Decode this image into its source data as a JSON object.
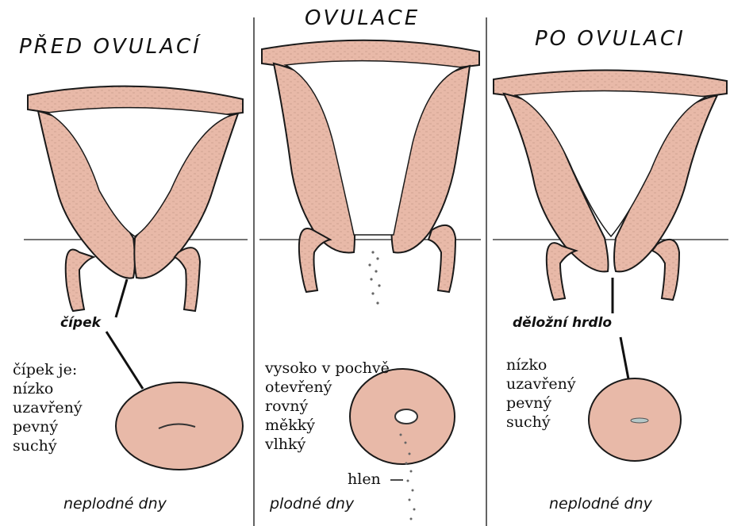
{
  "colors": {
    "tissue": "#E8B9A8",
    "outline": "#1a1a1a",
    "background": "#FFFFFF"
  },
  "panels": [
    {
      "title": "PŘED OVULACÍ",
      "pointer_label": "čípek",
      "description": [
        "čípek je:",
        "nízko",
        "uzavřený",
        "pevný",
        "suchý"
      ],
      "footer": "neplodné dny"
    },
    {
      "title": "OVULACE",
      "description": [
        "vysoko v pochvě",
        "otevřený",
        "rovný",
        "měkký",
        "vlhký"
      ],
      "mucus_label": "hlen",
      "footer": "plodné dny"
    },
    {
      "title": "PO OVULACI",
      "pointer_label": "děložní hrdlo",
      "description": [
        "nízko",
        "uzavřený",
        "pevný",
        "suchý"
      ],
      "footer": "neplodné dny"
    }
  ]
}
